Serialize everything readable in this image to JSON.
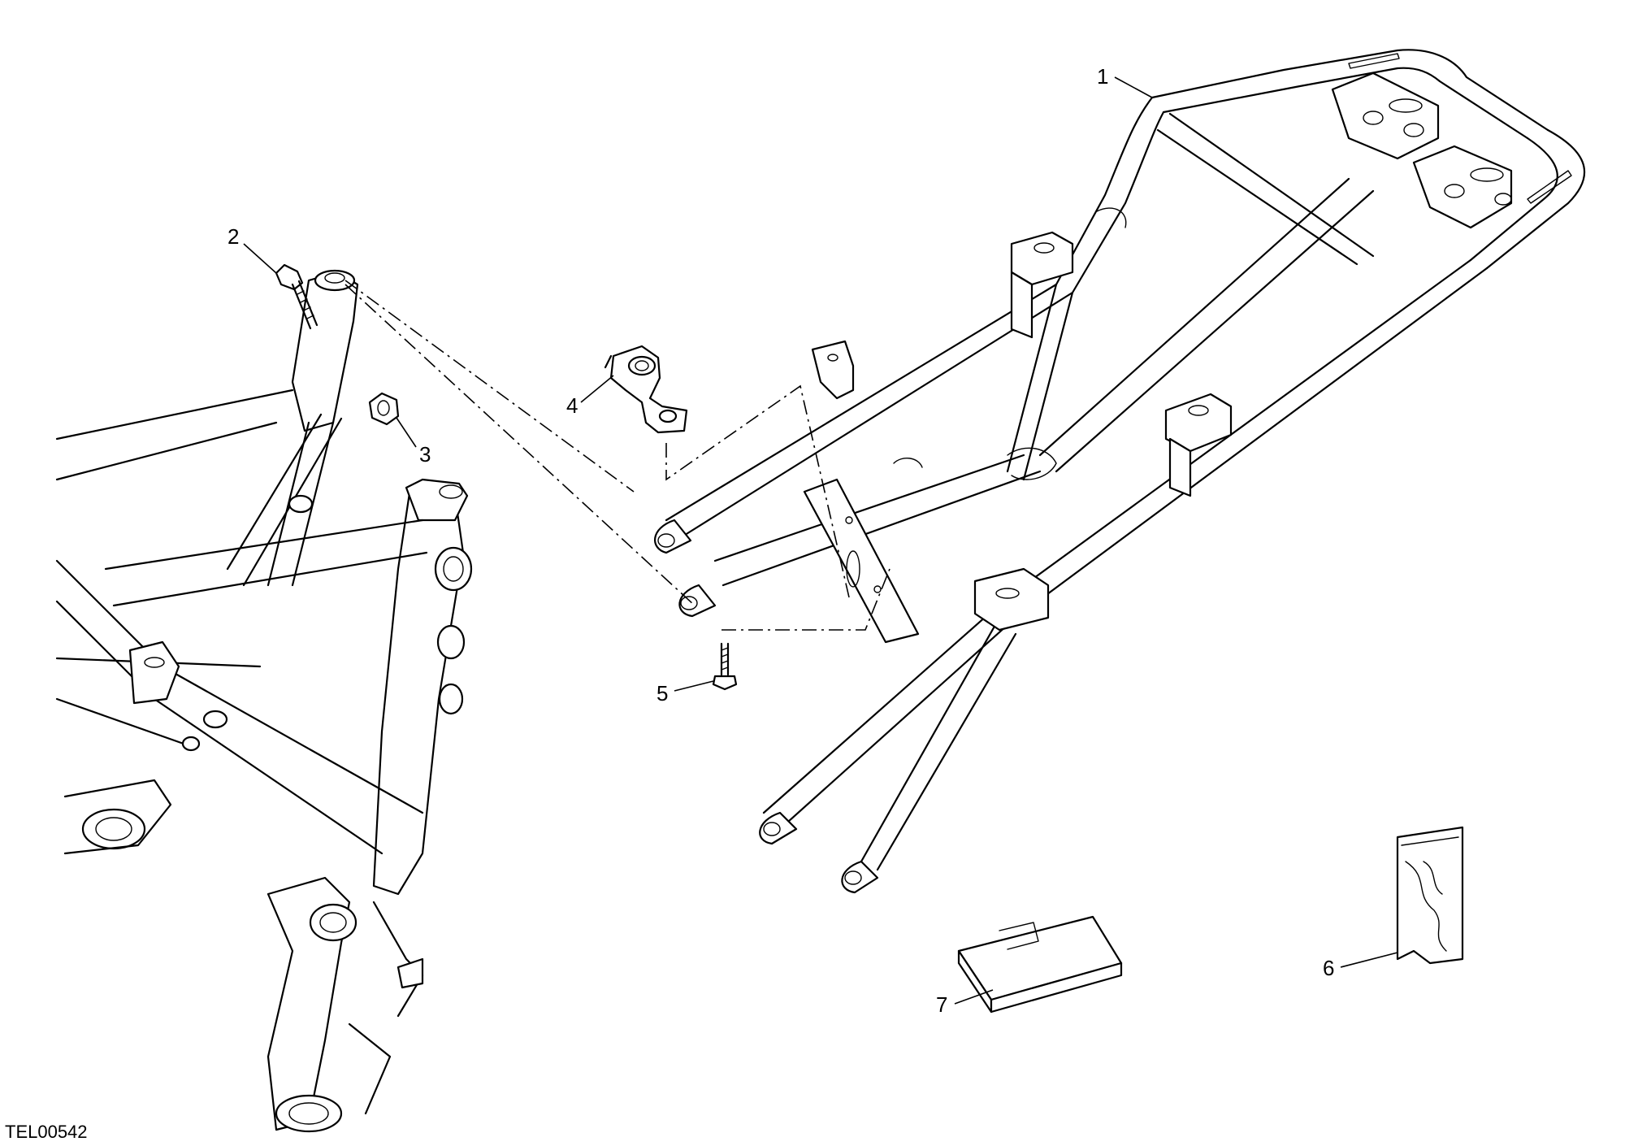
{
  "diagram": {
    "reference_code": "TEL00542",
    "callouts": [
      {
        "id": "1",
        "label": "1"
      },
      {
        "id": "2",
        "label": "2"
      },
      {
        "id": "3",
        "label": "3"
      },
      {
        "id": "4",
        "label": "4"
      },
      {
        "id": "5",
        "label": "5"
      },
      {
        "id": "6",
        "label": "6"
      },
      {
        "id": "7",
        "label": "7"
      }
    ]
  }
}
